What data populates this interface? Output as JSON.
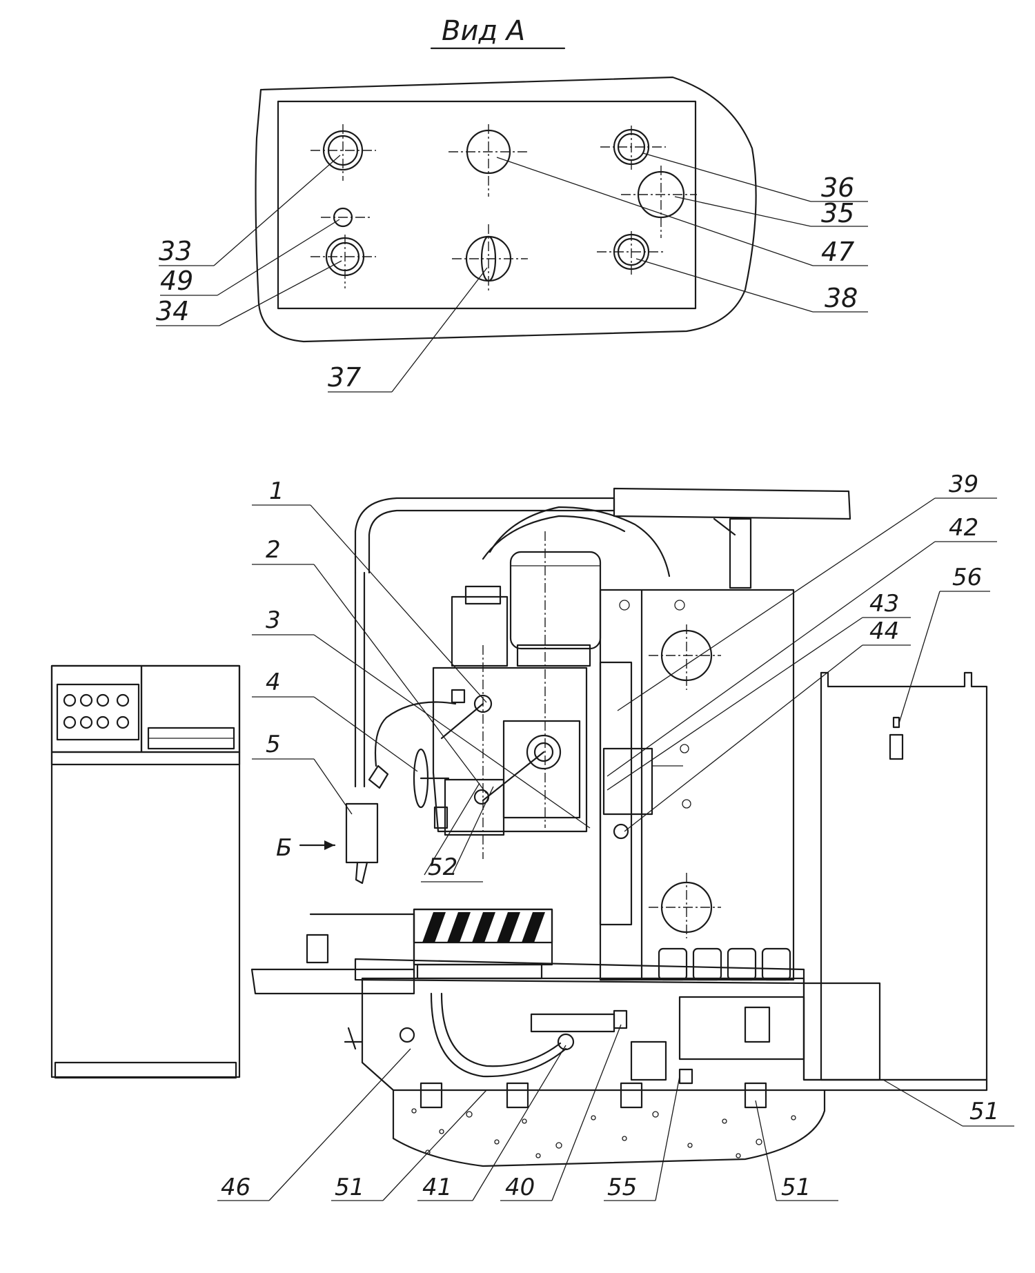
{
  "view_a": {
    "title": "Вид А",
    "labels": [
      "33",
      "49",
      "34",
      "37",
      "36",
      "35",
      "47",
      "38"
    ]
  },
  "side_view": {
    "direction_label": "Б",
    "labels": [
      "1",
      "2",
      "3",
      "4",
      "5",
      "52",
      "39",
      "42",
      "43",
      "44",
      "56",
      "46",
      "51",
      "41",
      "40",
      "55",
      "51",
      "51"
    ]
  }
}
